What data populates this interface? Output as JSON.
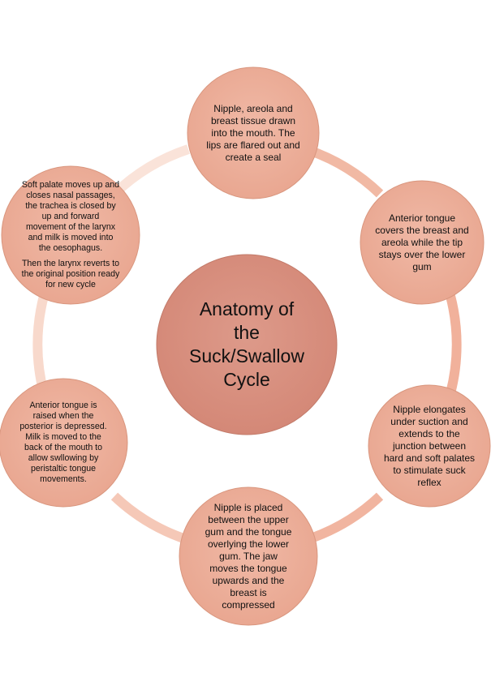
{
  "diagram": {
    "title": "Anatomy of the Suck/Swallow Cycle",
    "center_lines": [
      "Anatomy of",
      "the",
      "Suck/Swallow",
      "Cycle"
    ],
    "colors": {
      "ring": "#f8d9cc",
      "node_fill": "#eeb29f",
      "node_stroke": "#d9967e",
      "center_fill": "#d99080",
      "center_stroke": "#bf7665"
    },
    "steps": [
      {
        "text": "Nipple, areola and breast tissue drawn into the mouth. The lips are flared out and create a seal"
      },
      {
        "text": "Anterior tongue covers the breast and areola while the tip stays over the lower gum"
      },
      {
        "text": "Nipple elongates under suction and extends to the junction between hard and soft palates to stimulate suck reflex"
      },
      {
        "text": "Nipple is placed between the upper gum and the tongue overlying the lower gum. The jaw moves the tongue upwards and the breast is compressed"
      },
      {
        "text": "Anterior tongue is raised when the posterior is depressed. Milk is moved to the back of the mouth to allow swllowing by peristaltic tongue movements."
      },
      {
        "text": "Soft palate moves up and closes nasal passages, the trachea is closed by up and forward movement of the larynx and milk is moved into the oesophagus.",
        "text2": "Then the larynx reverts to the original position ready for new cycle"
      }
    ]
  }
}
